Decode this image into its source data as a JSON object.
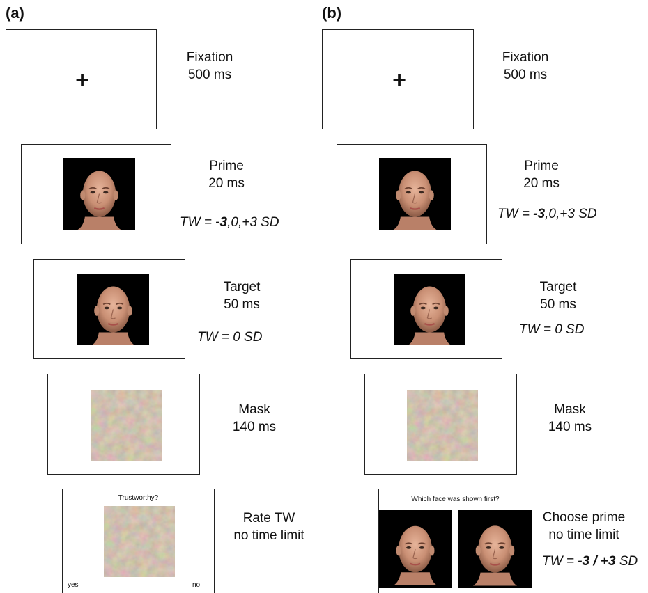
{
  "panels": {
    "a_label": "(a)",
    "b_label": "(b)"
  },
  "fixation": {
    "symbol": "+",
    "line1": "Fixation",
    "line2": "500 ms"
  },
  "prime": {
    "line1": "Prime",
    "line2": "20 ms",
    "tw_prefix": "TW = ",
    "tw_bold": "-3",
    "tw_suffix": ",0,+3 SD"
  },
  "target": {
    "line1": "Target",
    "line2": "50 ms",
    "tw": "TW = 0 SD"
  },
  "mask": {
    "line1": "Mask",
    "line2": "140 ms"
  },
  "rate": {
    "line1": "Rate TW",
    "line2": "no time limit",
    "question": "Trustworthy?",
    "yes": "yes",
    "no": "no"
  },
  "choose": {
    "line1": "Choose prime",
    "line2": "no time limit",
    "question": "Which face was shown first?",
    "tw_prefix": "TW = ",
    "tw_bold": "-3 / +3",
    "tw_suffix": " SD"
  },
  "icons": {
    "face": "face-image",
    "mask": "noise-mask-image"
  }
}
